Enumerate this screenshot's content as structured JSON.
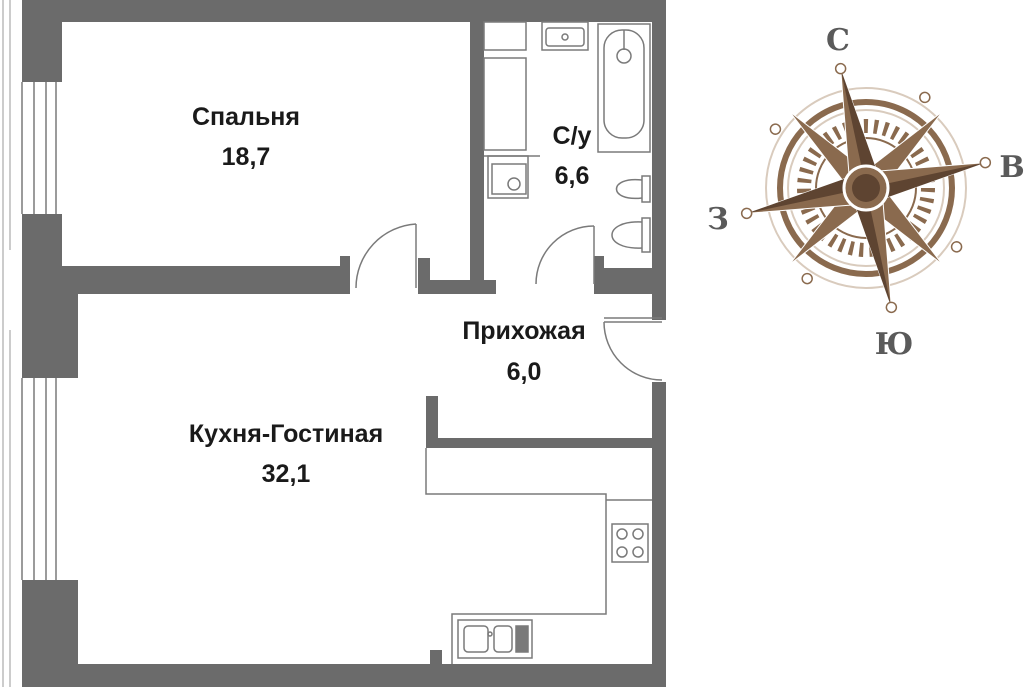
{
  "rooms": {
    "bedroom": {
      "name": "Спальня",
      "area": "18,7"
    },
    "bathroom": {
      "name": "С/у",
      "area": "6,6"
    },
    "hallway": {
      "name": "Прихожая",
      "area": "6,0"
    },
    "kitchen_living": {
      "name": "Кухня-Гостиная",
      "area": "32,1"
    }
  },
  "compass": {
    "north": "С",
    "east": "В",
    "south": "Ю",
    "west": "З"
  },
  "colors": {
    "wall": "#6b6b6b",
    "fixture_line": "#7a7a7a",
    "compass_brown": "#8a6a4e",
    "compass_light": "#d9cbbd"
  },
  "icons": [
    "bathtub-icon",
    "sink-icon",
    "toilet-icon",
    "washing-machine-icon",
    "stove-icon",
    "kitchen-sink-icon",
    "compass-rose-icon"
  ]
}
